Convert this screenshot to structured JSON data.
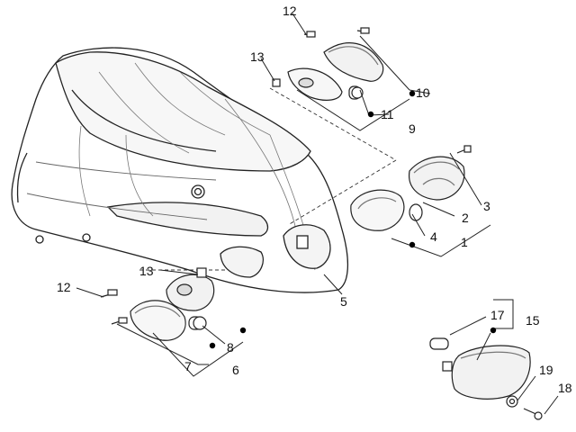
{
  "colors": {
    "line": "#222222",
    "fill": "#ffffff",
    "shade": "#e8e8e8",
    "dark": "#555555",
    "dot": "#000000"
  },
  "part_labels": {
    "p1": "1",
    "p2": "2",
    "p3": "3",
    "p4": "4",
    "p5": "5",
    "p6": "6",
    "p7": "7",
    "p8": "8",
    "p9": "9",
    "p10": "10",
    "p11": "11",
    "p12a": "12",
    "p12b": "12",
    "p13a": "13",
    "p13b": "13",
    "p15": "15",
    "p17": "17",
    "p18": "18",
    "p19": "19"
  }
}
